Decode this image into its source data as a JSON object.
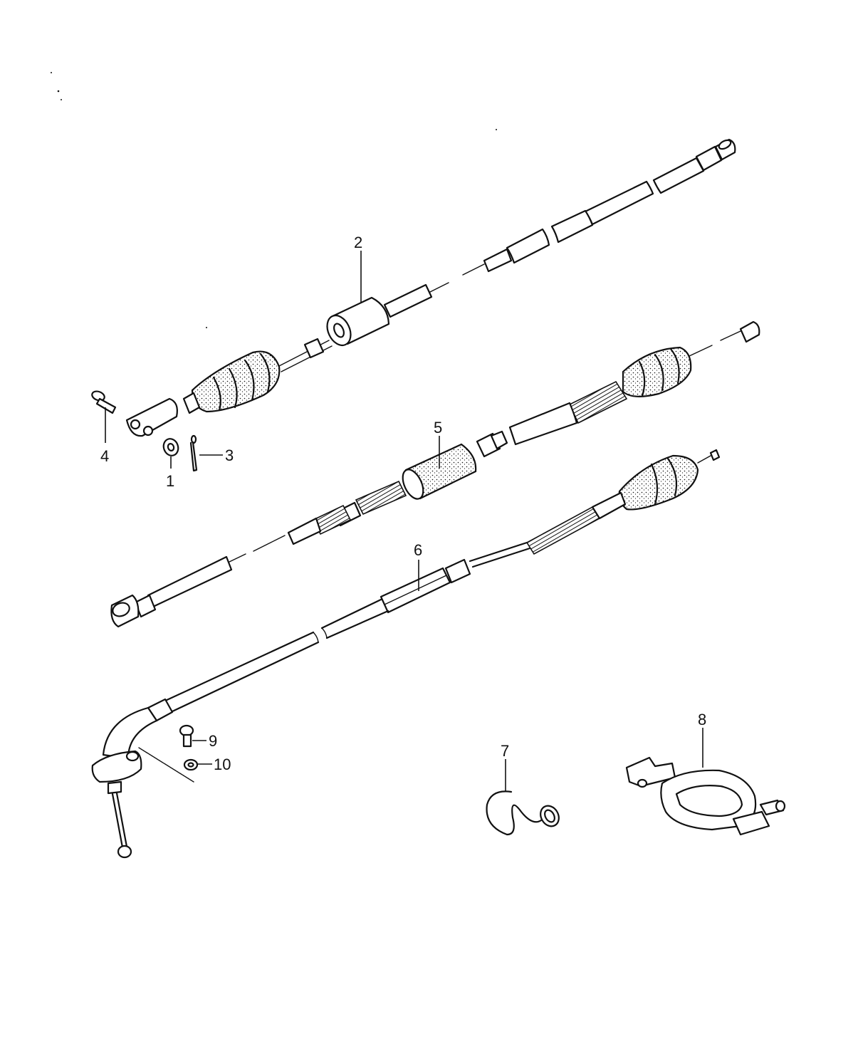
{
  "callouts": [
    {
      "id": "label-1",
      "text": "1"
    },
    {
      "id": "label-2",
      "text": "2"
    },
    {
      "id": "label-3",
      "text": "3"
    },
    {
      "id": "label-4",
      "text": "4"
    },
    {
      "id": "label-5",
      "text": "5"
    },
    {
      "id": "label-6",
      "text": "6"
    },
    {
      "id": "label-7",
      "text": "7"
    },
    {
      "id": "label-8",
      "text": "8"
    },
    {
      "id": "label-9",
      "text": "9"
    },
    {
      "id": "label-10",
      "text": "10"
    }
  ]
}
